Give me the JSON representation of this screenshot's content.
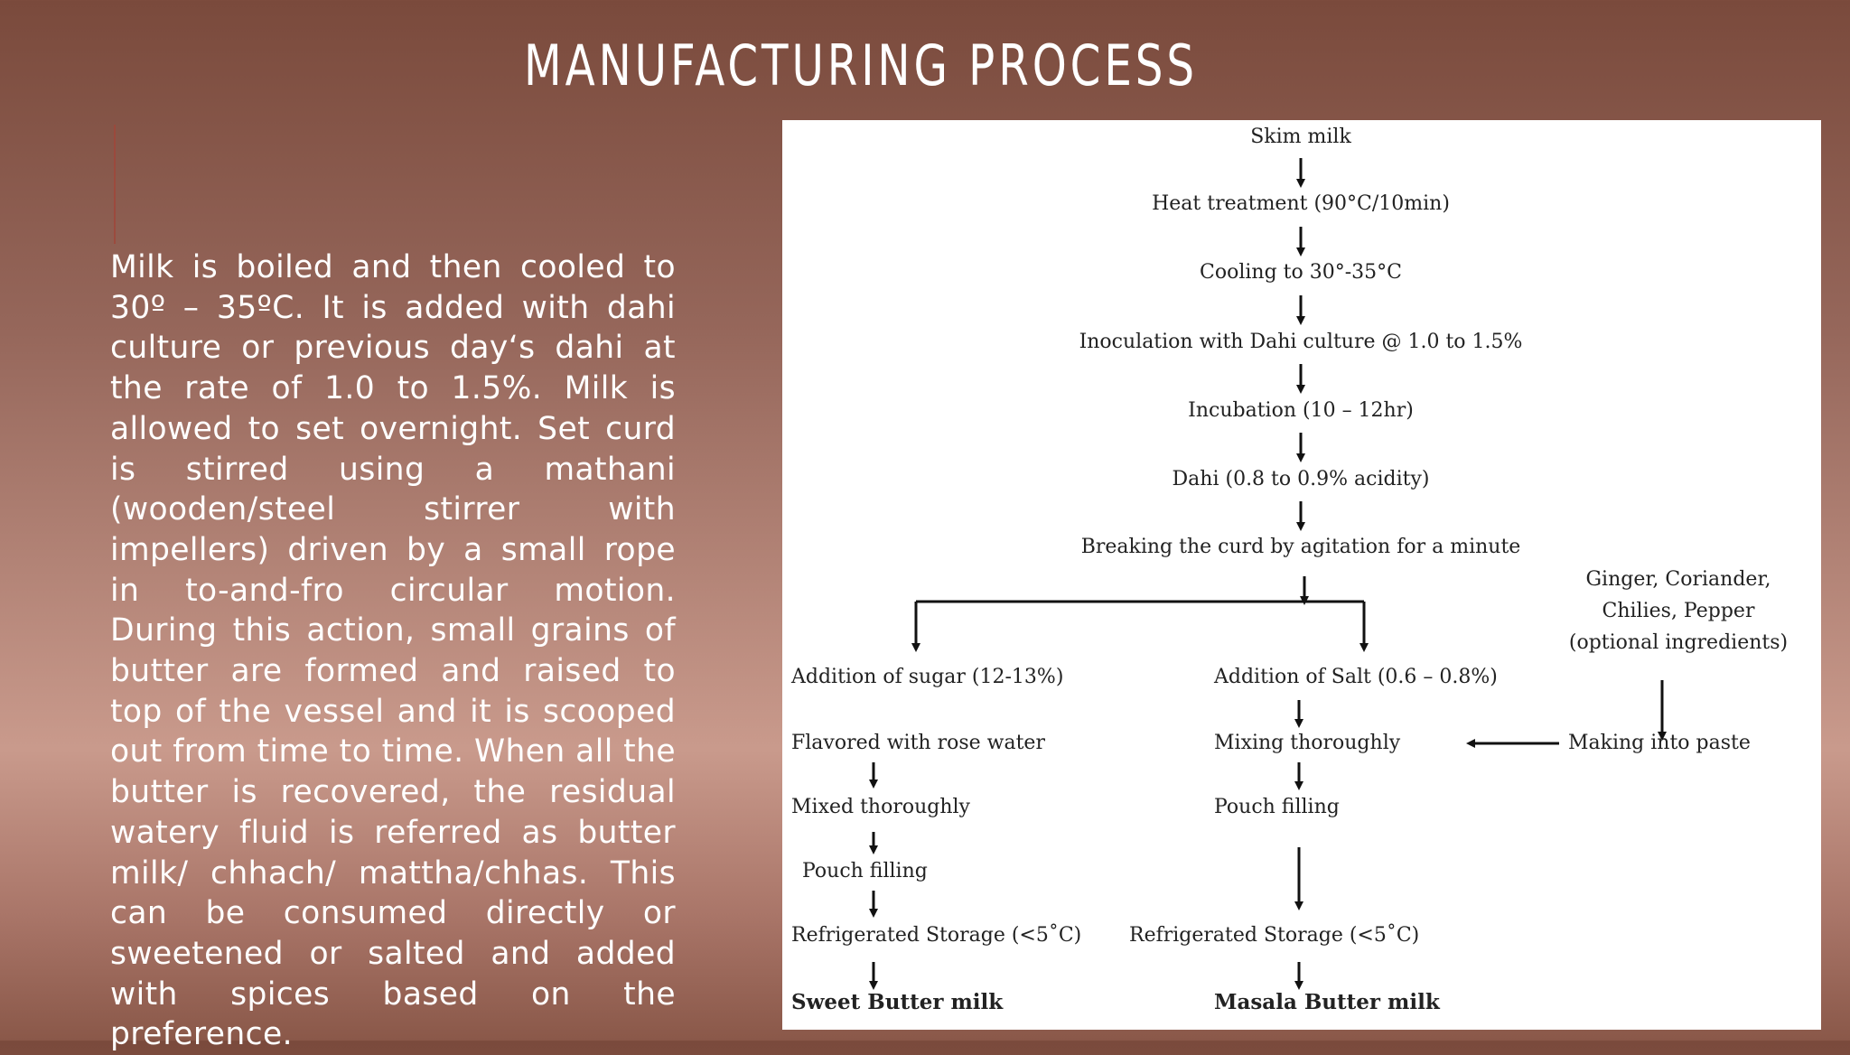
{
  "slide": {
    "title": "MANUFACTURING PROCESS",
    "body": "Milk is boiled and then cooled to 30º – 35ºC. It is added with dahi culture or previous day‘s dahi at the rate of 1.0 to 1.5%. Milk is allowed to set overnight. Set curd is stirred using a mathani (wooden/steel stirrer with impellers) driven by a small rope in to-and-fro circular motion. During this action, small grains of butter are formed and raised to top of the vessel and it is scooped out from time to time. When all the butter is recovered, the residual watery fluid is referred as butter milk/ chhach/ mattha/chhas. This can be consumed directly or sweetened or salted and added with spices based on the preference."
  },
  "flowchart": {
    "main_steps": [
      "Skim milk",
      "Heat treatment (90°C/10min)",
      "Cooling to 30°-35°C",
      "Inoculation with Dahi culture @ 1.0 to 1.5%",
      "Incubation (10 – 12hr)",
      "Dahi (0.8 to 0.9% acidity)",
      "Breaking the curd by agitation for a minute"
    ],
    "left_branch": [
      "Addition of sugar (12-13%)",
      "Flavored with rose water",
      "Mixed thoroughly",
      "Pouch filling",
      "Refrigerated Storage (<5˚C)",
      "Sweet Butter milk"
    ],
    "right_branch": [
      "Addition of Salt (0.6 – 0.8%)",
      "Mixing thoroughly",
      "Pouch filling",
      "Refrigerated Storage (<5˚C)",
      "Masala Butter milk"
    ],
    "optional": {
      "line1": "Ginger, Coriander,",
      "line2": "Chilies, Pepper",
      "line3": "(optional ingredients)",
      "paste": "Making into paste"
    }
  }
}
